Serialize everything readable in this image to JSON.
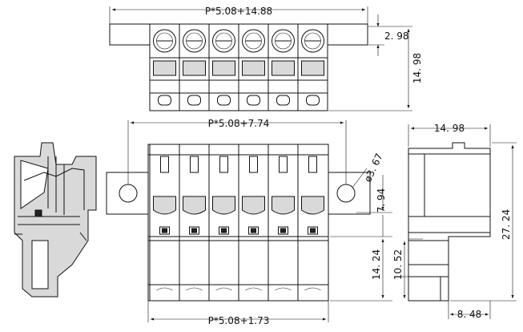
{
  "dimensions": {
    "top_width": "P*5.08+14.88",
    "top_offset": "2. 98",
    "top_height": "14. 98",
    "front_pitch_width": "P*5.08+7.74",
    "hole_diameter": "ø3. 67",
    "front_height_upper": "7. 94",
    "front_height_lower": "14. 24",
    "bottom_width": "P*5.08+1.73",
    "side_width": "14. 98",
    "side_total_height": "27. 24",
    "side_lower_height": "10. 52",
    "side_bottom_width": "8. 48"
  },
  "pole_count": 6,
  "colors": {
    "line": "#111111",
    "fill": "#d9d9d9"
  }
}
